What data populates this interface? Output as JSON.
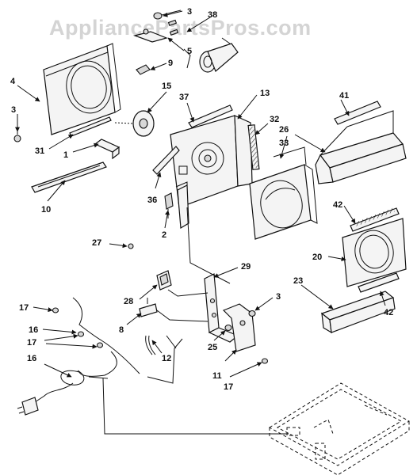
{
  "watermark": "AppliancePartsPros.com",
  "labels": {
    "p1": "1",
    "p2": "2",
    "p3a": "3",
    "p3b": "3",
    "p3c": "3",
    "p4": "4",
    "p5": "5",
    "p8": "8",
    "p9": "9",
    "p10": "10",
    "p11": "11",
    "p12": "12",
    "p13": "13",
    "p15": "15",
    "p16a": "16",
    "p16b": "16",
    "p17a": "17",
    "p17b": "17",
    "p17c": "17",
    "p20": "20",
    "p23": "23",
    "p25": "25",
    "p26": "26",
    "p27": "27",
    "p28": "28",
    "p29": "29",
    "p31": "31",
    "p32": "32",
    "p33": "33",
    "p36": "36",
    "p37": "37",
    "p38": "38",
    "p41": "41",
    "p42a": "42",
    "p42b": "42"
  }
}
